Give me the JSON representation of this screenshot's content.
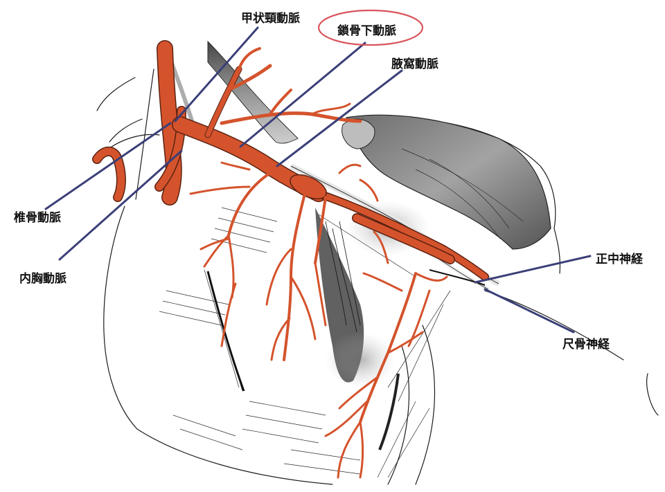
{
  "labels": {
    "thyrocervical": "甲状頸動脈",
    "subclavian": "鎖骨下動脈",
    "axillary": "腋窩動脈",
    "vertebral": "椎骨動脈",
    "internal_thoracic": "内胸動脈",
    "median_nerve": "正中神経",
    "ulnar_nerve": "尺骨神経"
  },
  "highlight": {
    "label": "subclavian",
    "ring_color": "#d9535a"
  },
  "colors": {
    "artery": "#d4532c",
    "leader_line": "#3b3f78",
    "muscle_shade": "#8a8a8a",
    "outline": "#1c1c1c"
  }
}
